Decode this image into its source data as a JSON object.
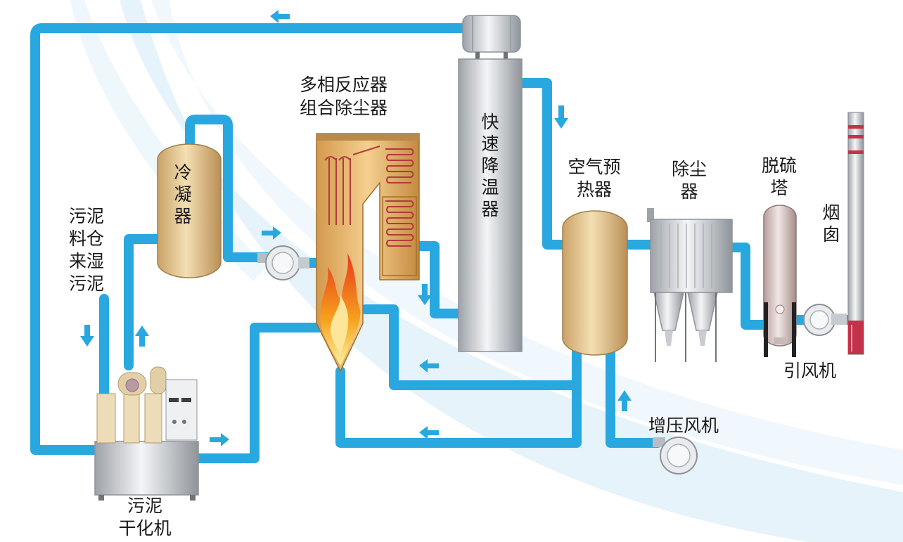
{
  "labels": {
    "reactor": [
      "多相反应器",
      "组合除尘器"
    ],
    "cooler": "快速降温器",
    "condenser": "冷凝器",
    "sludge_bin": [
      "污泥",
      "料仓",
      "来湿",
      "污泥"
    ],
    "dryer": [
      "污泥",
      "干化机"
    ],
    "air_preheater": [
      "空气预",
      "热器"
    ],
    "dust_remover": [
      "除尘",
      "器"
    ],
    "desulfurization_tower": [
      "脱硫",
      "塔"
    ],
    "chimney": "烟囱",
    "induced_draft_fan": "引风机",
    "booster_fan": "增压风机"
  },
  "colors": {
    "pipe": "#29a8e0",
    "arrow": "#29a8e0",
    "vessel_tan": "#e4c58e",
    "vessel_shell": "#d5d7da",
    "flame": "#f6a31d",
    "chimney_band": "#c4314b"
  }
}
